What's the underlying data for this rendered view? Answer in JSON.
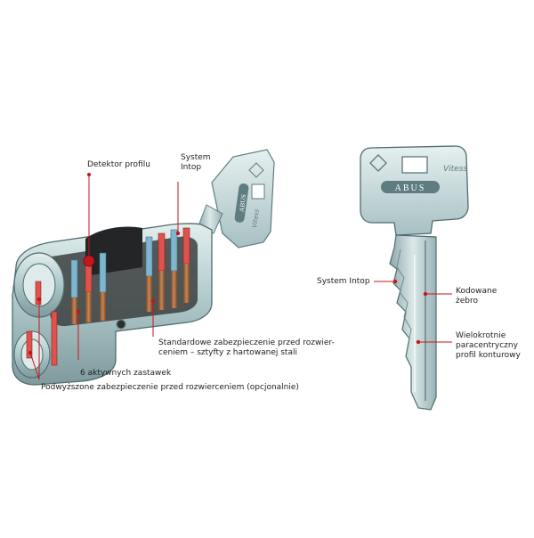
{
  "cylinder": {
    "labels": {
      "profile_detector": "Detektor profilu",
      "system_intop": "System\nIntop",
      "standard_protection": "Standardowe zabezpieczenie przed rozwier-\nceniem – sztyfty z hartowanej stali",
      "active_pins": "6 aktywnych zastawek",
      "enhanced_protection": "Podwyższone zabezpieczenie przed rozwierceniem (opcjonalnie)"
    },
    "key_head_brand": "ABUS",
    "key_head_model": "Vitess"
  },
  "key": {
    "brand": "ABUS",
    "model": "Vitess",
    "labels": {
      "system_intop": "System Intop",
      "coded_rib": "Kodowane\nżebro",
      "multi_profile": "Wielokrotnie\nparacentryczny\nprofil konturowy"
    }
  },
  "colors": {
    "callout": "#c4161c",
    "metal_light": "#cfe1e2",
    "metal_mid": "#9fbcbe",
    "metal_dark": "#5f7d80",
    "pin_red": "#e0524b",
    "pin_blue": "#7fb6cf",
    "spring": "#a86a3c"
  }
}
